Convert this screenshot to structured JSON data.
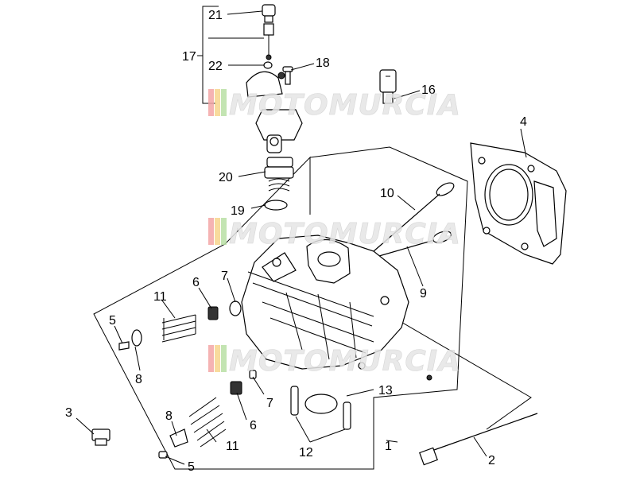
{
  "diagram": {
    "callouts": {
      "c1": "1",
      "c2": "2",
      "c3": "3",
      "c4": "4",
      "c5a": "5",
      "c5b": "5",
      "c6a": "6",
      "c6b": "6",
      "c7a": "7",
      "c7b": "7",
      "c8a": "8",
      "c8b": "8",
      "c9": "9",
      "c10": "10",
      "c11a": "11",
      "c11b": "11",
      "c12": "12",
      "c13": "13",
      "c16": "16",
      "c17": "17",
      "c18": "18",
      "c19": "19",
      "c20": "20",
      "c21": "21",
      "c22": "22"
    },
    "watermark": {
      "text": "MOTOMURCIA",
      "colors": [
        "#f4a6a6",
        "#f7d58c",
        "#b9e0a5"
      ]
    }
  }
}
